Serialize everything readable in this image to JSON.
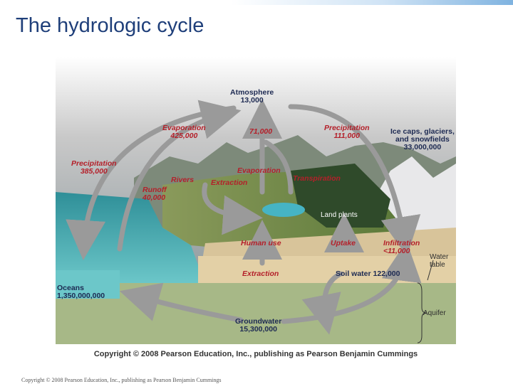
{
  "title": "The hydrologic cycle",
  "labels": {
    "atmosphere": "Atmosphere",
    "atmosphere_value": "13,000",
    "evaporation_ocean": "Evaporation",
    "evaporation_ocean_value": "425,000",
    "flux_71000": "71,000",
    "precip_land": "Precipitation",
    "precip_land_value": "111,000",
    "ice_caps_line1": "Ice caps, glaciers,",
    "ice_caps_line2": "and snowfields",
    "ice_caps_value": "33,000,000",
    "precip_ocean": "Precipitation",
    "precip_ocean_value": "385,000",
    "evaporation_land": "Evaporation",
    "transpiration": "Transpiration",
    "rivers": "Rivers",
    "extraction_top": "Extraction",
    "runoff": "Runoff",
    "runoff_value": "40,000",
    "land_plants": "Land plants",
    "human_use": "Human use",
    "uptake": "Uptake",
    "infiltration": "Infiltration",
    "infiltration_value": "<11,000",
    "water_table_line1": "Water",
    "water_table_line2": "table",
    "extraction_bottom": "Extraction",
    "soil_water": "Soil water 122,000",
    "oceans": "Oceans",
    "oceans_value": "1,350,000,000",
    "aquifer": "Aquifer",
    "groundwater": "Groundwater",
    "groundwater_value": "15,300,000"
  },
  "figure_copyright": "Copyright © 2008 Pearson Education, Inc., publishing as Pearson Benjamin Cummings",
  "footer_copyright": "Copyright © 2008 Pearson Education, Inc., publishing as Pearson Benjamin Cummings",
  "colors": {
    "title": "#1f3f7a",
    "label_red": "#b4202a",
    "label_navy": "#1d2a52",
    "ocean": "#4fb0b4",
    "soil": "#d8c49a",
    "groundwater": "#9fb07c",
    "arrow": "#9a9a9a"
  }
}
